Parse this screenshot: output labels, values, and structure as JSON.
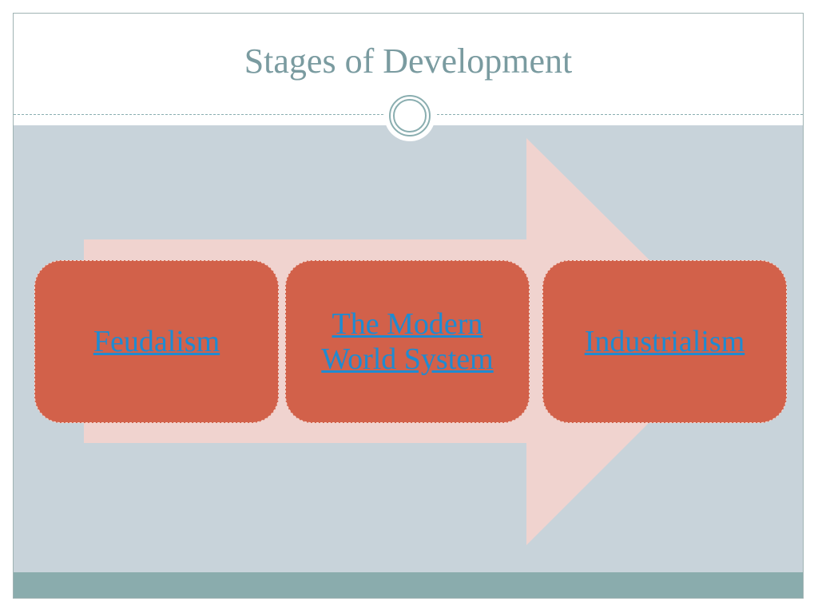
{
  "slide": {
    "title": "Stages of Development"
  },
  "colors": {
    "title": "#7a9ba0",
    "panel_background": "#c8d3da",
    "arrow_fill": "#f0d3cf",
    "stage_fill": "#d2614a",
    "link_text": "#1f8bd1",
    "footer_bar": "#8aacad"
  },
  "stages": [
    {
      "label": "Feudalism"
    },
    {
      "label": "The Modern World System"
    },
    {
      "label": "Industrialism"
    }
  ]
}
